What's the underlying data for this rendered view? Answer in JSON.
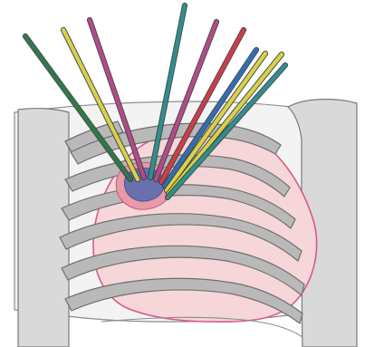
{
  "illustration": {
    "colors": {
      "background": "#ffffff",
      "skin_fill": "#f3f3f3",
      "skin_outline": "#8c8c8c",
      "arm_fill": "#d9d9d9",
      "rib_fill": "#b9b9b9",
      "rib_outline": "#6f6f6f",
      "lung_fill": "#f6d6d8",
      "lung_outline": "#d75a8a",
      "tumor_fill": "#6a6fb0",
      "tumor_halo": "#e79aa8"
    },
    "beams": [
      {
        "id": "beam-1",
        "color": "#2e7a4a"
      },
      {
        "id": "beam-2",
        "color": "#d8d24a"
      },
      {
        "id": "beam-3",
        "color": "#b44a8a"
      },
      {
        "id": "beam-4",
        "color": "#2f8f8f"
      },
      {
        "id": "beam-5",
        "color": "#b44a8a"
      },
      {
        "id": "beam-6",
        "color": "#cf3c4c"
      },
      {
        "id": "beam-7",
        "color": "#2f6fb7"
      },
      {
        "id": "beam-8",
        "color": "#d8d24a"
      },
      {
        "id": "beam-9",
        "color": "#d8d24a"
      },
      {
        "id": "beam-10",
        "color": "#2f8f8f"
      }
    ]
  }
}
